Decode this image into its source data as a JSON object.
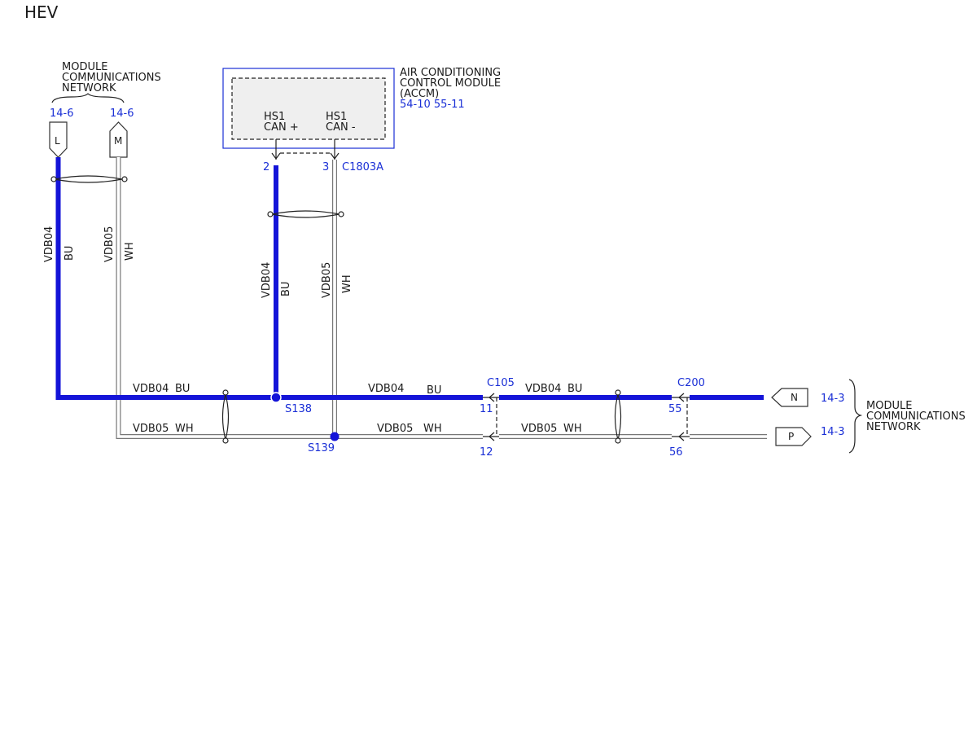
{
  "title": "HEV",
  "colors": {
    "bu_wire": "#1414d8",
    "ref_text": "#1a2fd6",
    "module_fill": "#efefef"
  },
  "left_network": {
    "label": [
      "MODULE",
      "COMMUNICATIONS",
      "NETWORK"
    ],
    "ref_l": "14-6",
    "ref_m": "14-6",
    "pin_l": "L",
    "pin_m": "M"
  },
  "accm": {
    "label": [
      "AIR CONDITIONING",
      "CONTROL MODULE",
      "(ACCM)"
    ],
    "refs": "54-10 55-11",
    "pins": [
      {
        "name": "HS1",
        "sub": "CAN +",
        "pin": "2"
      },
      {
        "name": "HS1",
        "sub": "CAN -",
        "pin": "3"
      }
    ],
    "connector": "C1803A"
  },
  "wires": {
    "left_bu": {
      "circuit": "VDB04",
      "color": "BU"
    },
    "left_wh": {
      "circuit": "VDB05",
      "color": "WH"
    },
    "accm_bu": {
      "circuit": "VDB04",
      "color": "BU"
    },
    "accm_wh": {
      "circuit": "VDB05",
      "color": "WH"
    },
    "h_bu_1": {
      "circuit": "VDB04",
      "color": "BU"
    },
    "h_bu_2": {
      "circuit": "VDB04",
      "color": "BU"
    },
    "h_bu_3": {
      "circuit": "VDB04",
      "color": "BU"
    },
    "h_wh_1": {
      "circuit": "VDB05",
      "color": "WH"
    },
    "h_wh_2": {
      "circuit": "VDB05",
      "color": "WH"
    },
    "h_wh_3": {
      "circuit": "VDB05",
      "color": "WH"
    }
  },
  "splices": {
    "s138": "S138",
    "s139": "S139"
  },
  "c105": {
    "name": "C105",
    "pin_bu": "11",
    "pin_wh": "12"
  },
  "c200": {
    "name": "C200",
    "pin_bu": "55",
    "pin_wh": "56"
  },
  "right_network": {
    "label": [
      "MODULE",
      "COMMUNICATIONS",
      "NETWORK"
    ],
    "pin_n": "N",
    "pin_p": "P",
    "ref_n": "14-3",
    "ref_p": "14-3"
  }
}
